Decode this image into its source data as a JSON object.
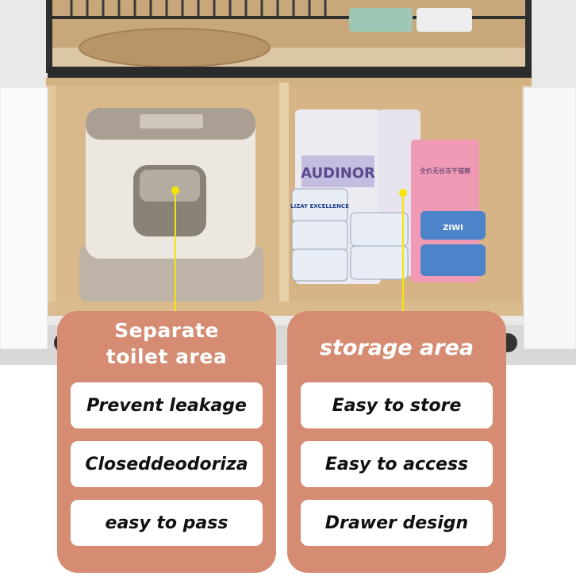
{
  "left_panel": {
    "title_line1": "Separate",
    "title_line2": "toilet area",
    "features": [
      "Prevent leakage",
      "Closeddeodoriza",
      "easy to pass"
    ]
  },
  "right_panel": {
    "title": "storage area",
    "features": [
      "Easy to store",
      "Easy to access",
      "Drawer design"
    ]
  },
  "photo": {
    "food_bag_brand": "AUDINOR",
    "can_brand_left": "LIZAY EXCELLENCE",
    "can_brand_right": "ZIWI",
    "treat_bag_label": "全价无谷冻干猫粮"
  },
  "colors": {
    "panel": "#d58c73",
    "chip": "#ffffff",
    "wood": "#d9b88b",
    "marker": "#f5e600"
  }
}
